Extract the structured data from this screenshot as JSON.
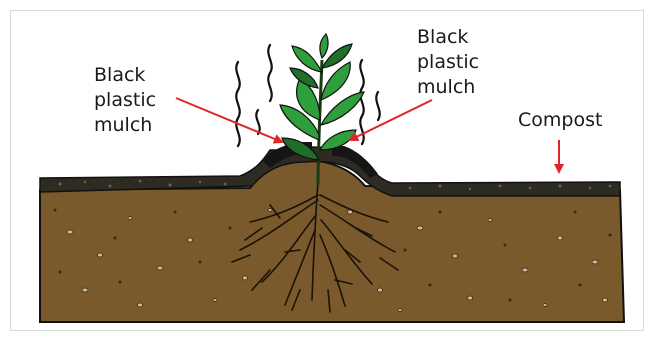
{
  "labels": {
    "left_mulch": "Black\nplastic\nmulch",
    "right_mulch": "Black\nplastic\nmulch",
    "compost": "Compost"
  },
  "colors": {
    "soil": "#7a5a2c",
    "soil_dark": "#5b4220",
    "compost": "#2e2b22",
    "mulch": "#151515",
    "leaf": "#2f9e3c",
    "leaf_dark": "#1f6e2a",
    "arrow": "#e0252b",
    "outline": "#111111"
  }
}
